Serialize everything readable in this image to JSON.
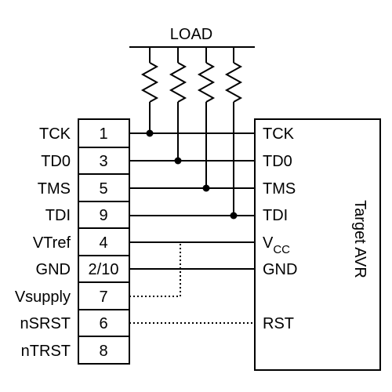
{
  "load_label": "LOAD",
  "connector": {
    "signals": [
      "TCK",
      "TD0",
      "TMS",
      "TDI",
      "VTref",
      "GND",
      "Vsupply",
      "nSRST",
      "nTRST"
    ],
    "pins": [
      "1",
      "3",
      "5",
      "9",
      "4",
      "2/10",
      "7",
      "6",
      "8"
    ]
  },
  "target": {
    "title": "Target AVR",
    "pins": {
      "tck": "TCK",
      "tdo": "TD0",
      "tms": "TMS",
      "tdi": "TDI",
      "vcc_main": "V",
      "vcc_sub": "CC",
      "gnd": "GND",
      "rst": "RST"
    }
  }
}
